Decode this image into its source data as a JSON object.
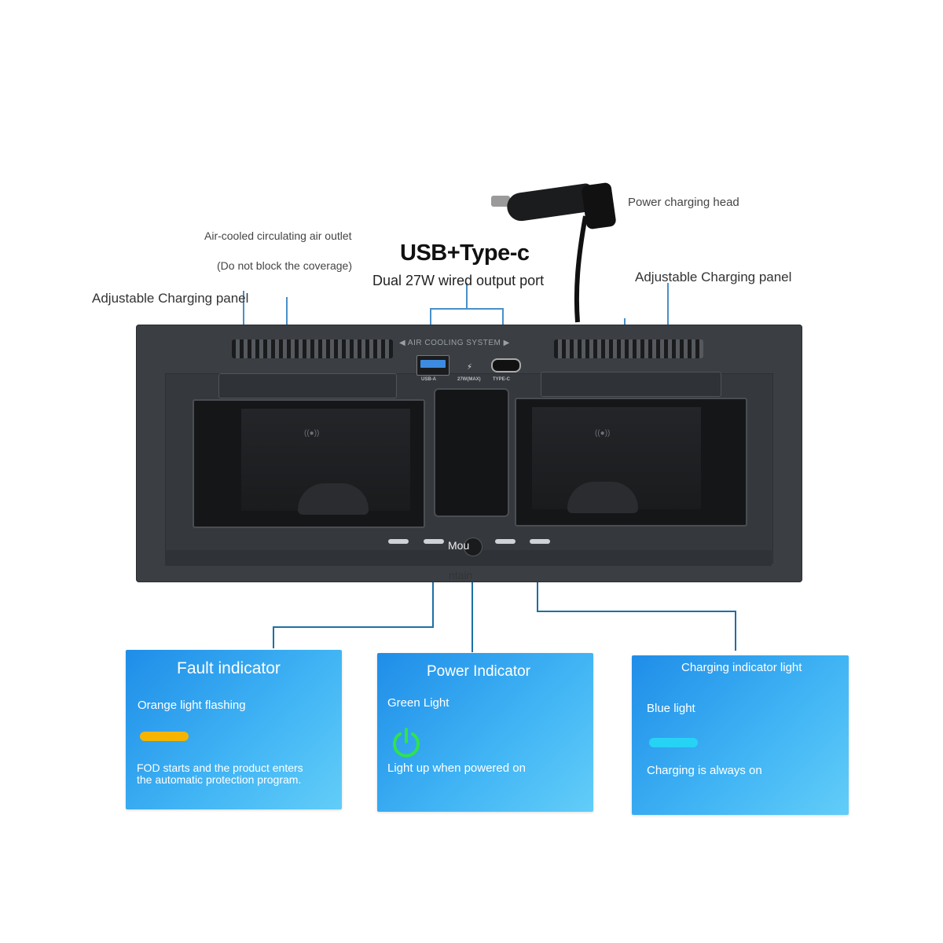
{
  "labels": {
    "air_outlet": "Air-cooled circulating air outlet",
    "air_outlet_note": "(Do not block the coverage)",
    "left_panel": "Adjustable Charging panel",
    "right_panel": "Adjustable Charging panel",
    "power_head": "Power charging head",
    "headline": "USB+Type-c",
    "subheadline": "Dual 27W wired output port",
    "mount_1": "Mou",
    "mount_2": "ntain"
  },
  "device": {
    "vent_text": "◀ AIR COOLING SYSTEM ▶",
    "port_usb": "USB-A",
    "port_power": "27W(MAX)",
    "port_typec": "TYPE-C",
    "qi_symbol": "((●))"
  },
  "cards": {
    "fault": {
      "title": "Fault indicator",
      "light": "Orange light flashing",
      "desc": "FOD starts and the product enters the automatic protection program.",
      "color": "#f4b400"
    },
    "power": {
      "title": "Power Indicator",
      "light": "Green Light",
      "desc": "Light up when powered on",
      "color": "#2fe34a",
      "icon": "power-icon"
    },
    "charging": {
      "title": "Charging indicator light",
      "light": "Blue light",
      "desc": "Charging is always on",
      "color": "#27d3f5"
    }
  }
}
